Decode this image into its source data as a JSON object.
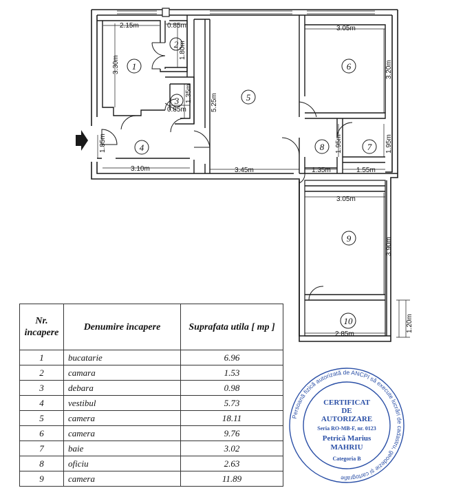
{
  "plan": {
    "rooms": [
      {
        "id": "room-1",
        "number": "1"
      },
      {
        "id": "room-2",
        "number": "2"
      },
      {
        "id": "room-3",
        "number": "3"
      },
      {
        "id": "room-4",
        "number": "4"
      },
      {
        "id": "room-5",
        "number": "5"
      },
      {
        "id": "room-6",
        "number": "6"
      },
      {
        "id": "room-7",
        "number": "7"
      },
      {
        "id": "room-8",
        "number": "8"
      },
      {
        "id": "room-9",
        "number": "9"
      },
      {
        "id": "room-10",
        "number": "10"
      }
    ],
    "dimensions": {
      "d1_width": "2.15m",
      "d1_height": "3.30m",
      "d2_width": "0.85m",
      "d2_height": "1.80m",
      "d3_height": "1.35m",
      "d3_width": "0.85m",
      "d4_height": "1.85m",
      "d4_width": "3.10m",
      "d5_height": "5.25m",
      "d5_width": "3.45m",
      "d6_width": "3.05m",
      "d6_height": "3.20m",
      "d8_height": "1.95m",
      "d8_width": "1.35m",
      "d7_height": "1.95m",
      "d7_width": "1.55m",
      "d9_width": "3.05m",
      "d9_height": "3.90m",
      "d10_width": "2.85m",
      "d10_height": "1.20m"
    }
  },
  "table": {
    "headers": {
      "nr": "Nr. incapere",
      "name": "Denumire incapere",
      "area": "Suprafata utila [ mp ]"
    },
    "rows": [
      {
        "nr": "1",
        "name": "bucatarie",
        "area": "6.96"
      },
      {
        "nr": "2",
        "name": "camara",
        "area": "1.53"
      },
      {
        "nr": "3",
        "name": "debara",
        "area": "0.98"
      },
      {
        "nr": "4",
        "name": "vestibul",
        "area": "5.73"
      },
      {
        "nr": "5",
        "name": "camera",
        "area": "18.11"
      },
      {
        "nr": "6",
        "name": "camera",
        "area": "9.76"
      },
      {
        "nr": "7",
        "name": "baie",
        "area": "3.02"
      },
      {
        "nr": "8",
        "name": "oficiu",
        "area": "2.63"
      },
      {
        "nr": "9",
        "name": "camera",
        "area": "11.89"
      }
    ]
  },
  "stamp": {
    "line1": "CERTIFICAT",
    "line2": "DE",
    "line3": "AUTORIZARE",
    "series": "Seria RO-MB-F, nr. 0123",
    "name1": "Petrică Marius",
    "name2": "MAHRIU",
    "category": "Categoria B",
    "ring": "Persoană fizică autorizată de ANCPI să execute lucrări de cadastru, geodezie și cartografie"
  },
  "colors": {
    "wall": "#1a1a1a",
    "stamp": "#2a4fa6"
  }
}
